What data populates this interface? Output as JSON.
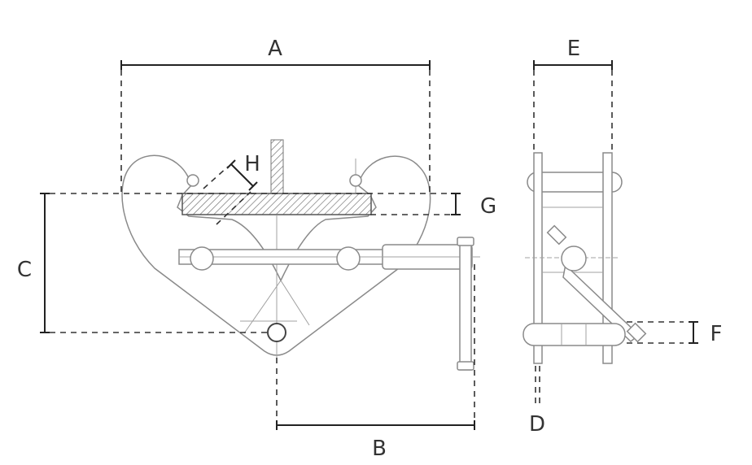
{
  "diagram": {
    "labels": {
      "a": "A",
      "b": "B",
      "c": "C",
      "d": "D",
      "e": "E",
      "f": "F",
      "g": "G",
      "h": "H"
    }
  }
}
